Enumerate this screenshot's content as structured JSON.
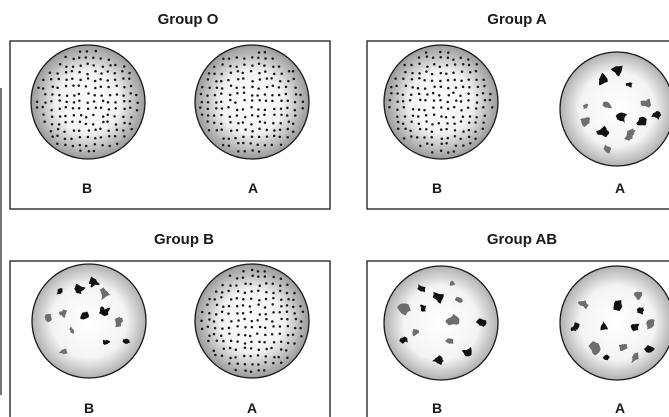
{
  "diagram": {
    "groups": [
      {
        "title": "Group O",
        "wells": [
          {
            "label": "B",
            "reaction": "no-agglutination"
          },
          {
            "label": "A",
            "reaction": "no-agglutination"
          }
        ]
      },
      {
        "title": "Group A",
        "wells": [
          {
            "label": "B",
            "reaction": "no-agglutination"
          },
          {
            "label": "A",
            "reaction": "agglutination"
          }
        ]
      },
      {
        "title": "Group B",
        "wells": [
          {
            "label": "B",
            "reaction": "agglutination"
          },
          {
            "label": "A",
            "reaction": "no-agglutination"
          }
        ]
      },
      {
        "title": "Group AB",
        "wells": [
          {
            "label": "B",
            "reaction": "agglutination"
          },
          {
            "label": "A",
            "reaction": "agglutination"
          }
        ]
      }
    ],
    "colors": {
      "outline": "#1a1a1a",
      "well_center": "#ffffff",
      "well_edge": "#9a9a9a",
      "dot": "#1a1a1a",
      "clump_dark": "#111111",
      "clump_gray": "#6e6e6e"
    }
  }
}
